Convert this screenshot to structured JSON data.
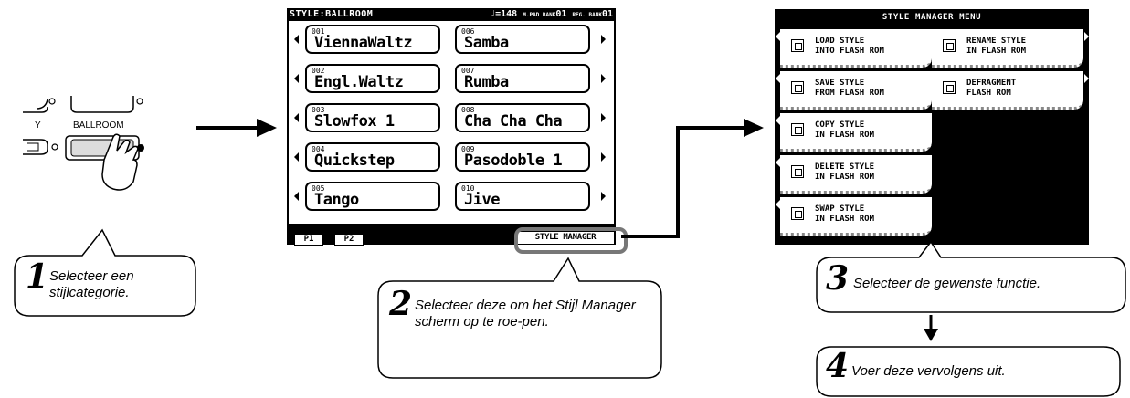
{
  "panel": {
    "left_label": "Y",
    "ballroom_label": "BALLROOM"
  },
  "screen1": {
    "title": "STYLE:BALLROOM",
    "tempo": "=148",
    "mpad_label": "M.PAD BANK",
    "mpad_value": "01",
    "reg_label": "REG. BANK",
    "reg_value": "01",
    "styles": [
      {
        "num": "001",
        "name": "ViennaWaltz"
      },
      {
        "num": "006",
        "name": "Samba"
      },
      {
        "num": "002",
        "name": "Engl.Waltz"
      },
      {
        "num": "007",
        "name": "Rumba"
      },
      {
        "num": "003",
        "name": "Slowfox 1"
      },
      {
        "num": "008",
        "name": "Cha Cha Cha"
      },
      {
        "num": "004",
        "name": "Quickstep"
      },
      {
        "num": "009",
        "name": "Pasodoble 1"
      },
      {
        "num": "005",
        "name": "Tango"
      },
      {
        "num": "010",
        "name": "Jive"
      }
    ],
    "pages": [
      "P1",
      "P2"
    ],
    "manager_button": "STYLE MANAGER"
  },
  "screen2": {
    "title": "STYLE MANAGER MENU",
    "items": [
      {
        "line1": "LOAD STYLE",
        "line2": "INTO FLASH ROM"
      },
      {
        "line1": "SAVE STYLE",
        "line2": "FROM FLASH ROM"
      },
      {
        "line1": "COPY STYLE",
        "line2": "IN FLASH ROM"
      },
      {
        "line1": "DELETE STYLE",
        "line2": "IN FLASH ROM"
      },
      {
        "line1": "SWAP STYLE",
        "line2": "IN FLASH ROM"
      },
      {
        "line1": "RENAME STYLE",
        "line2": "IN FLASH ROM"
      },
      {
        "line1": "DEFRAGMENT",
        "line2": "FLASH ROM"
      }
    ]
  },
  "steps": [
    {
      "num": "1",
      "text": "Selecteer een stijlcategorie."
    },
    {
      "num": "2",
      "text": "Selecteer deze om het Stijl Manager scherm op te roe-pen."
    },
    {
      "num": "3",
      "text": "Selecteer de gewenste functie."
    },
    {
      "num": "4",
      "text": "Voer deze vervolgens uit."
    }
  ]
}
